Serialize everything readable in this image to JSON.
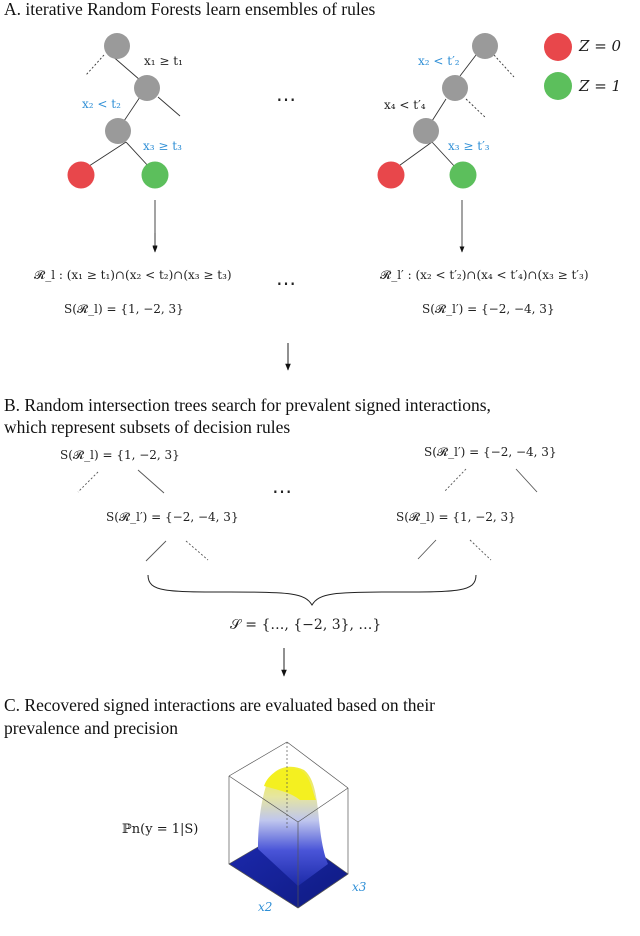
{
  "section_a": {
    "title": "A. iterative Random Forests learn ensembles of rules",
    "ellipsis": "…"
  },
  "legend": {
    "z0_label": "Z = 0",
    "z1_label": "Z = 1",
    "z0_color": "#e8474b",
    "z1_color": "#5cbf5c",
    "node_color": "#9a9a9a"
  },
  "tree_left": {
    "split1": "x₁ ≥ t₁",
    "split2": "x₂ < t₂",
    "split3": "x₃ ≥ t₃"
  },
  "tree_right": {
    "split1": "x₂ < t′₂",
    "split2": "x₄ < t′₄",
    "split3": "x₃ ≥ t′₃"
  },
  "rules": {
    "left_rule": "𝓡_l : (x₁ ≥ t₁)∩(x₂ < t₂)∩(x₃ ≥ t₃)",
    "left_signed": "S(𝓡_l) = {1, −2, 3}",
    "right_rule": "𝓡_l′ : (x₂ < t′₂)∩(x₄ < t′₄)∩(x₃ ≥ t′₃)",
    "right_signed": "S(𝓡_l′) = {−2, −4, 3}"
  },
  "section_b": {
    "title_line1": "B. Random intersection trees search for prevalent signed interactions,",
    "title_line2": "which represent subsets of decision rules",
    "set_result": "𝒮 = {…, {−2, 3}, …}"
  },
  "section_c": {
    "title_line1": "C. Recovered signed interactions are evaluated based on their",
    "title_line2": "prevalence and precision",
    "prob_label": "ℙn(y = 1|S)",
    "x2_label": "x2",
    "x3_label": "x3"
  }
}
